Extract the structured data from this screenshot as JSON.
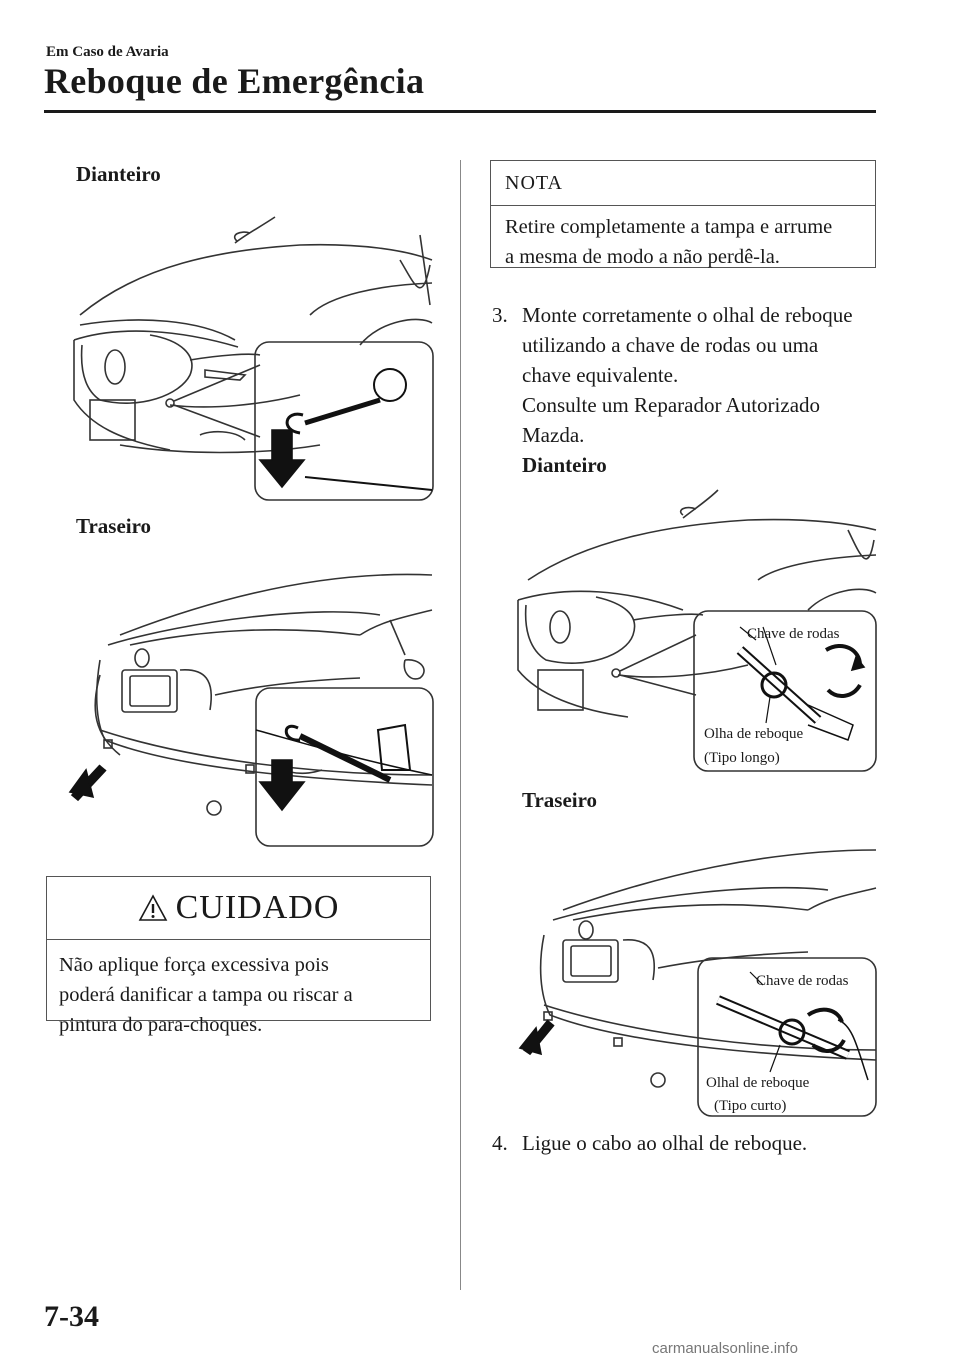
{
  "header": {
    "section": "Em Caso de Avaria",
    "title": "Reboque de Emergência"
  },
  "left": {
    "front_label": "Dianteiro",
    "rear_label": "Traseiro",
    "caution": {
      "title": "CUIDADO",
      "lines": [
        "Não aplique força excessiva pois",
        "poderá danificar a tampa ou riscar a",
        "pintura do para-choques."
      ]
    }
  },
  "right": {
    "note": {
      "title": "NOTA",
      "lines": [
        "Retire completamente a tampa e arrume",
        "a mesma de modo a não perdê-la."
      ]
    },
    "step3": {
      "number": "3.",
      "lines": [
        "Monte corretamente o olhal de reboque",
        "utilizando a chave de rodas ou uma",
        "chave equivalente.",
        "Consulte um Reparador Autorizado",
        "Mazda."
      ],
      "front_label": "Dianteiro",
      "rear_label": "Traseiro",
      "front_callouts": {
        "wrench": "Chave de rodas",
        "eye_line1": "Olha de reboque",
        "eye_line2": "(Tipo longo)"
      },
      "rear_callouts": {
        "wrench": "Chave de rodas",
        "eye_line1": "Olhal de reboque",
        "eye_line2": "(Tipo curto)"
      }
    },
    "step4": {
      "number": "4.",
      "text": "Ligue o cabo ao olhal de reboque."
    }
  },
  "footer": {
    "page_number": "7-34",
    "watermark": "carmanualsonline.info"
  }
}
